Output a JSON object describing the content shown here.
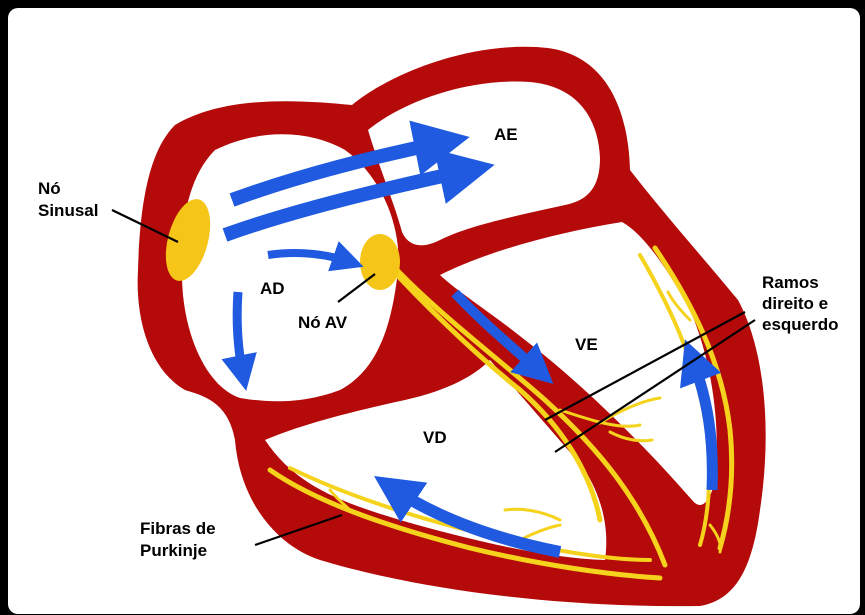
{
  "labels": {
    "ae": "AE",
    "ad": "AD",
    "ve": "VE",
    "vd": "VD",
    "no_sinusal_1": "Nó",
    "no_sinusal_2": "Sinusal",
    "no_av": "Nó AV",
    "ramos_1": "Ramos",
    "ramos_2": "direito e",
    "ramos_3": "esquerdo",
    "fibras_1": "Fibras de",
    "fibras_2": "Purkinje"
  },
  "colors": {
    "muscle": "#b50a0a",
    "node": "#f5c518",
    "conduction": "#f5d31c",
    "arrow": "#1f5ae0",
    "background": "#ffffff",
    "frame": "#000000"
  }
}
